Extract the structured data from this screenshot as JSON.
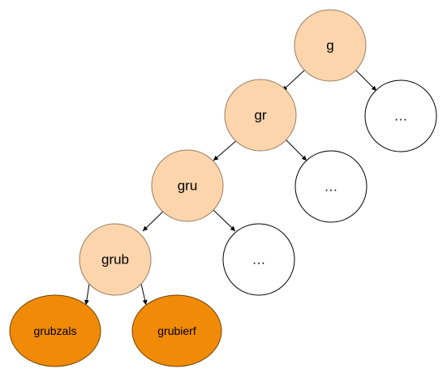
{
  "colors": {
    "prefix_fill": "#fcd5ad",
    "prefix_stroke": "#9a7d5f",
    "leaf_fill": "#f08a07",
    "leaf_stroke": "#6b4407",
    "ellipsis_fill": "#ffffff",
    "ellipsis_stroke": "#000000",
    "edge": "#000000"
  },
  "nodes": {
    "g": "g",
    "gr": "gr",
    "gru": "gru",
    "grub": "grub",
    "more_1": "…",
    "more_2": "…",
    "more_3": "…",
    "grubzals": "grubzals",
    "grubierf": "grubierf"
  }
}
